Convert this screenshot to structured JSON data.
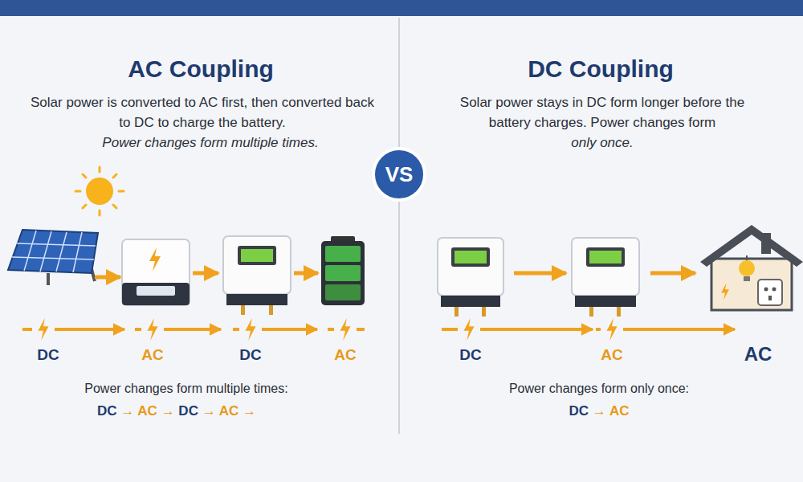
{
  "diagram": {
    "nodes": [
      {
        "text": [
          "VS"
        ]
      }
    ],
    "labels": [
      "AC Coupling",
      "Solar power is converted to AC first, then converted back to DC to charge the battery.",
      "Power changes form multiple times.",
      "DC",
      "AC",
      "DC",
      "AC",
      "Power changes form multiple times:",
      "DC → AC → DC → AC →",
      "DC Coupling",
      "Solar power stays in DC form longer before the battery charges. Power changes form",
      "only once.",
      "DC",
      "AC",
      "AC",
      "Power changes form only once:",
      "DC → AC"
    ]
  }
}
